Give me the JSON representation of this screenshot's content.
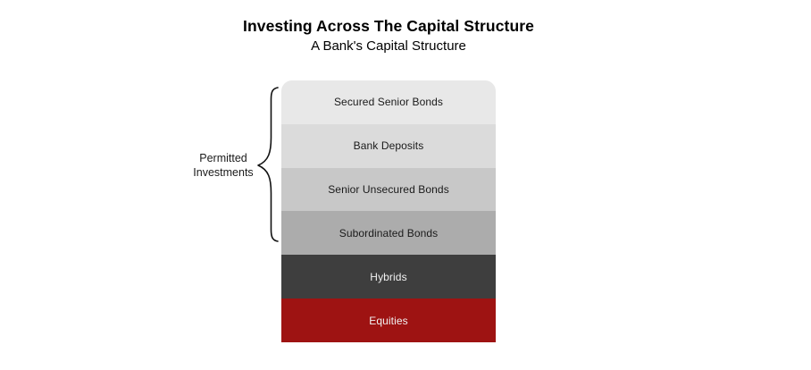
{
  "header": {
    "title": "Investing Across The Capital Structure",
    "subtitle": "A Bank's Capital Structure"
  },
  "annotation": {
    "label_line1": "Permitted",
    "label_line2": "Investments",
    "brace_color": "#111111"
  },
  "diagram": {
    "layers": [
      {
        "label": "Secured Senior Bonds",
        "bg": "#E8E8E8",
        "text": "#1A1A1A"
      },
      {
        "label": "Bank Deposits",
        "bg": "#DBDBDB",
        "text": "#1A1A1A"
      },
      {
        "label": "Senior Unsecured Bonds",
        "bg": "#C8C8C8",
        "text": "#1A1A1A"
      },
      {
        "label": "Subordinated Bonds",
        "bg": "#ACACAC",
        "text": "#1A1A1A"
      },
      {
        "label": "Hybrids",
        "bg": "#3E3E3E",
        "text": "#F2F2F2"
      },
      {
        "label": "Equities",
        "bg": "#9E1312",
        "text": "#F2F2F2"
      }
    ]
  }
}
